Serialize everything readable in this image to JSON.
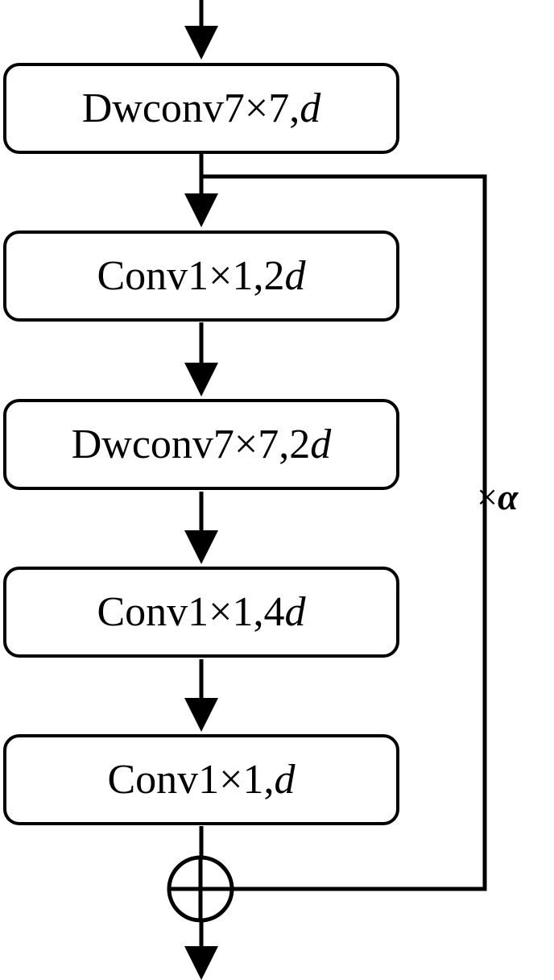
{
  "diagram": {
    "blocks": [
      {
        "text": "Dwconv7×7,",
        "var": "d"
      },
      {
        "text": "Conv1×1,2",
        "var": "d"
      },
      {
        "text": "Dwconv7×7,2",
        "var": "d"
      },
      {
        "text": "Conv1×1,4",
        "var": "d"
      },
      {
        "text": "Conv1×1,",
        "var": "d"
      }
    ],
    "skip_label": {
      "prefix": "×",
      "symbol": "α"
    }
  }
}
